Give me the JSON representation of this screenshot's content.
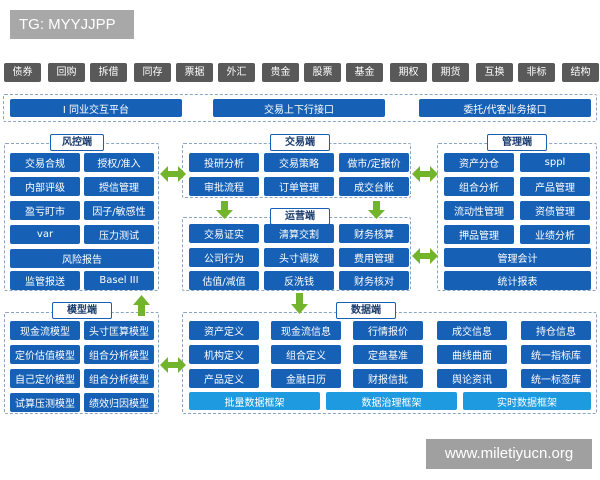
{
  "watermark_top": "TG: MYYJJPP",
  "watermark_bottom": "www.miletiyucn.org",
  "categories": [
    "债券",
    "回购",
    "拆借",
    "同存",
    "票据",
    "外汇",
    "贵金",
    "股票",
    "基金",
    "期权",
    "期货",
    "互换",
    "非标",
    "结构"
  ],
  "top_interfaces": [
    "I 同业交互平台",
    "交易上下行接口",
    "委托/代客业务接口"
  ],
  "risk": {
    "title": "风控端",
    "items": [
      "交易合规",
      "授权/准入",
      "内部评级",
      "授信管理",
      "盈亏盯市",
      "因子/敏感性",
      "var",
      "压力测试",
      "风险报告",
      "监管报送",
      "Basel III"
    ]
  },
  "trade": {
    "title": "交易端",
    "items": [
      "投研分析",
      "交易策略",
      "做市/定报价",
      "审批流程",
      "订单管理",
      "成交台账"
    ]
  },
  "mgmt": {
    "title": "管理端",
    "items": [
      "资产分仓",
      "sppl",
      "组合分析",
      "产品管理",
      "流动性管理",
      "资债管理",
      "押品管理",
      "业绩分析",
      "管理会计",
      "统计报表"
    ]
  },
  "ops": {
    "title": "运营端",
    "items": [
      "交易证实",
      "清算交割",
      "财务核算",
      "公司行为",
      "头寸调拨",
      "费用管理",
      "估值/减值",
      "反洗钱",
      "财务核对"
    ]
  },
  "model": {
    "title": "模型端",
    "items": [
      "现金流模型",
      "头寸匡算模型",
      "定价估值模型",
      "组合分析模型",
      "自己定价模型",
      "组合分析模型",
      "试算压测模型",
      "绩效归因模型"
    ]
  },
  "data": {
    "title": "数据端",
    "items": [
      "资产定义",
      "现金流信息",
      "行情报价",
      "成交信息",
      "持仓信息",
      "机构定义",
      "组合定义",
      "定盘基准",
      "曲线曲面",
      "统一指标库",
      "产品定义",
      "金融日历",
      "财报信批",
      "舆论资讯",
      "统一标签库"
    ],
    "frameworks": [
      "批量数据框架",
      "数据治理框架",
      "实时数据框架"
    ]
  }
}
